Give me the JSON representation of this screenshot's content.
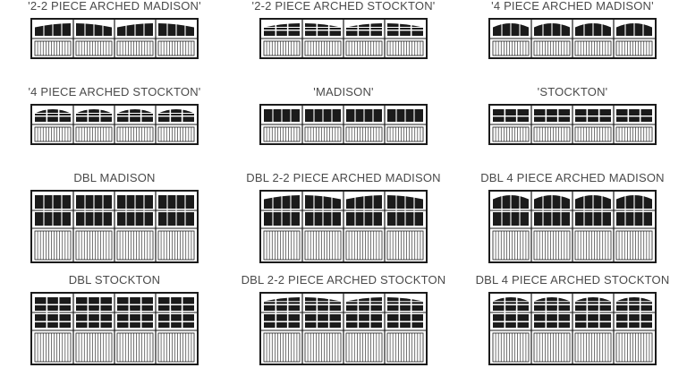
{
  "colors": {
    "ink": "#1b1b1b",
    "text": "#4a4a4a",
    "background": "#ffffff"
  },
  "doors": [
    {
      "label": "'2-2 PIECE ARCHED MADISON'",
      "style": "madison",
      "arch": "22",
      "tall": false
    },
    {
      "label": "'2-2 PIECE ARCHED STOCKTON'",
      "style": "stockton",
      "arch": "22",
      "tall": false
    },
    {
      "label": "'4 PIECE ARCHED MADISON'",
      "style": "madison",
      "arch": "4",
      "tall": false
    },
    {
      "label": "'4 PIECE ARCHED STOCKTON'",
      "style": "stockton",
      "arch": "4",
      "tall": false
    },
    {
      "label": "'MADISON'",
      "style": "madison",
      "arch": "none",
      "tall": false
    },
    {
      "label": "'STOCKTON'",
      "style": "stockton",
      "arch": "none",
      "tall": false
    },
    {
      "label": "DBL MADISON",
      "style": "madison",
      "arch": "none",
      "tall": true
    },
    {
      "label": "DBL 2-2 PIECE ARCHED MADISON",
      "style": "madison",
      "arch": "22",
      "tall": true
    },
    {
      "label": "DBL 4 PIECE ARCHED MADISON",
      "style": "madison",
      "arch": "4",
      "tall": true
    },
    {
      "label": "DBL STOCKTON",
      "style": "stockton",
      "arch": "none",
      "tall": true
    },
    {
      "label": "DBL 2-2 PIECE ARCHED STOCKTON",
      "style": "stockton",
      "arch": "22",
      "tall": true
    },
    {
      "label": "DBL 4 PIECE ARCHED STOCKTON",
      "style": "stockton",
      "arch": "4",
      "tall": true
    }
  ]
}
